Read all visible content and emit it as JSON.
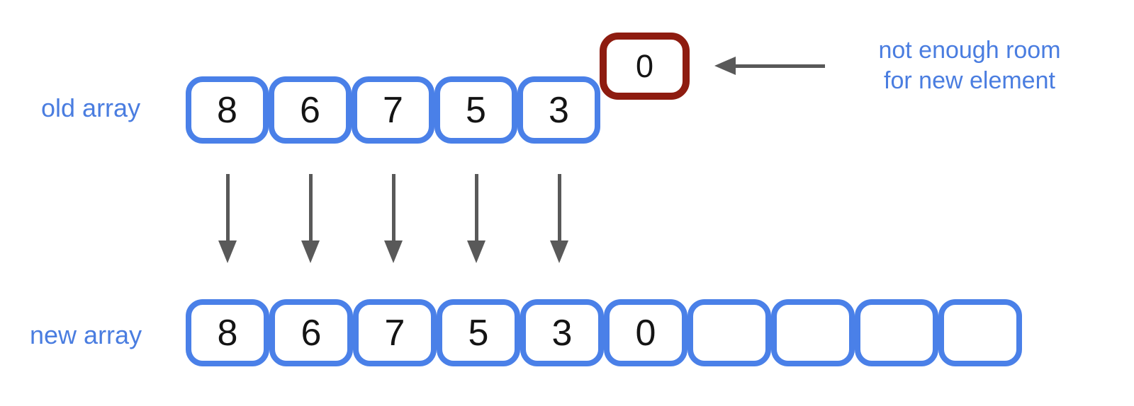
{
  "colors": {
    "box_border_blue": "#4a80e8",
    "label_blue": "#4a7de0",
    "overflow_border_red": "#8e1c10",
    "arrow_gray": "#595959"
  },
  "old_array": {
    "label": "old array",
    "values": [
      "8",
      "6",
      "7",
      "5",
      "3"
    ]
  },
  "overflow_box": {
    "value": "0"
  },
  "annotation": {
    "line1": "not enough room",
    "line2": "for new element"
  },
  "new_array": {
    "label": "new array",
    "values": [
      "8",
      "6",
      "7",
      "5",
      "3",
      "0",
      "",
      "",
      "",
      ""
    ]
  }
}
